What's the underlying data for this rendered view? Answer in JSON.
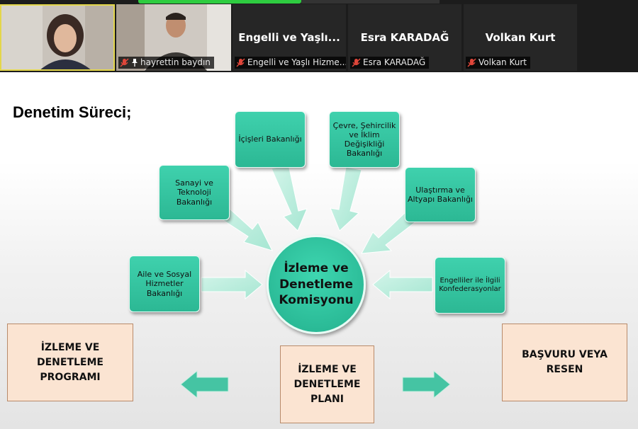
{
  "participants": {
    "tiles": [
      {
        "id": "self",
        "kind": "video",
        "name": ""
      },
      {
        "id": "hayrettin",
        "kind": "video",
        "name": "hayrettin baydın",
        "muted": true,
        "pinned": true
      },
      {
        "id": "engelli",
        "kind": "name",
        "display_name": "Engelli  ve  Yaşlı...",
        "name": "Engelli ve Yaşlı Hizme...",
        "muted": true
      },
      {
        "id": "esra",
        "kind": "name",
        "display_name": "Esra KARADAĞ",
        "name": "Esra KARADAĞ",
        "muted": true
      },
      {
        "id": "volkan",
        "kind": "name",
        "display_name": "Volkan Kurt",
        "name": "Volkan Kurt",
        "muted": true
      }
    ]
  },
  "slide": {
    "title": "Denetim Süreci;",
    "center": "İzleme ve Denetleme Komisyonu",
    "ministries": [
      {
        "id": "icisleri",
        "label": "İçişleri Bakanlığı"
      },
      {
        "id": "cevre",
        "label": "Çevre, Şehircilik ve İklim Değişikliği Bakanlığı"
      },
      {
        "id": "sanayi",
        "label": "Sanayi ve Teknoloji Bakanlığı"
      },
      {
        "id": "ulastirma",
        "label": "Ulaştırma ve Altyapı Bakanlığı"
      },
      {
        "id": "aile",
        "label": "Aile ve Sosyal Hizmetler Bakanlığı"
      },
      {
        "id": "engelliler",
        "label": "Engelliler ile İlgili Konfederasyonlar"
      }
    ],
    "outputs": {
      "program": "İZLEME VE DENETLEME PROGRAMI",
      "plan": "İZLEME VE DENETLEME PLANI",
      "basvuru": "BAŞVURU VEYA RESEN"
    }
  },
  "colors": {
    "box_fill": "#34c3a0",
    "box_light": "#b7efde",
    "output_fill": "#fbe4d2",
    "active_speaker": "#2ecc40"
  }
}
